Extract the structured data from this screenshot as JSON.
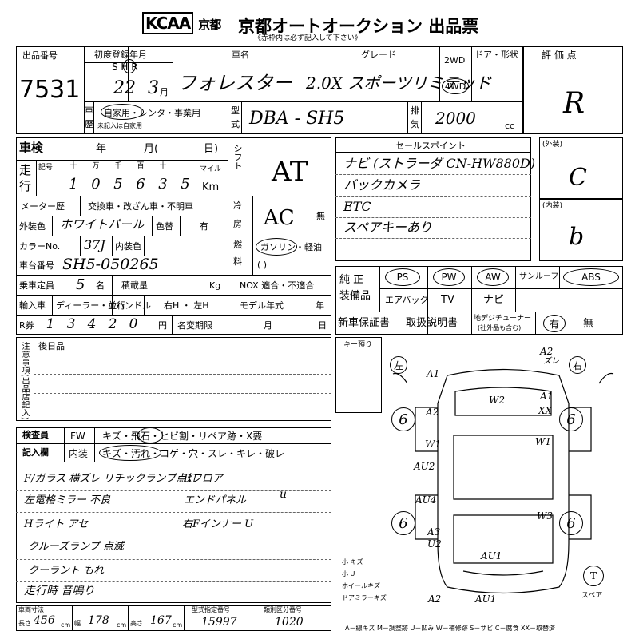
{
  "header": {
    "logo": "KCAA",
    "logo_sub": "京都",
    "title": "京都オートオークション 出品票",
    "note": "《赤枠内は必ず記入して下さい》"
  },
  "lot": {
    "label": "出品番号",
    "value": "7531"
  },
  "registration": {
    "label": "初度登録年月",
    "era": "S H R",
    "year": "22",
    "month": "3",
    "month_unit": "月"
  },
  "car_name": {
    "label": "車名",
    "value": "フォレスター"
  },
  "grade": {
    "label": "グレード",
    "value": "2.0X スポーツリミテッド"
  },
  "drive": {
    "label_2wd": "2WD",
    "label_4wd": "4WD"
  },
  "door_shape": {
    "label": "ドア・形状"
  },
  "score": {
    "label": "評 価 点",
    "value": "R"
  },
  "usage": {
    "label1": "車",
    "label2": "歴",
    "options": "自家用・レンタ・事業用",
    "note": "未記入は自家用"
  },
  "model": {
    "label1": "型",
    "label2": "式",
    "value": "DBA - SH5"
  },
  "displacement": {
    "label1": "排",
    "label2": "気",
    "value": "2000",
    "unit": "cc"
  },
  "inspection": {
    "label": "車検",
    "year": "年",
    "month": "月(",
    "day": "日)"
  },
  "mileage": {
    "label1": "走",
    "label2": "行",
    "mark": "記号",
    "units": [
      "十",
      "万",
      "千",
      "百",
      "十",
      "一"
    ],
    "digits": [
      "1",
      "0",
      "5",
      "6",
      "3",
      "5"
    ],
    "unit_label": "マイル",
    "unit_value": "Km"
  },
  "shift": {
    "label": "シフト",
    "value": "AT"
  },
  "meter": {
    "label": "メーター歴",
    "options": "交換車・改ざん車・不明車"
  },
  "ac": {
    "label1": "冷",
    "label2": "房",
    "value": "AC",
    "none": "無"
  },
  "exterior_color": {
    "label": "外装色",
    "value": "ホワイトパール",
    "swatch_label": "色替",
    "swatch_value": "有"
  },
  "color_no": {
    "label": "カラーNo.",
    "value": "37J",
    "interior_label": "内装色"
  },
  "fuel": {
    "label1": "燃",
    "label2": "料",
    "options": "ガソリン・軽油",
    "paren": "(                 )"
  },
  "chassis": {
    "label": "車台番号",
    "value": "SH5-050265"
  },
  "capacity": {
    "label": "乗車定員",
    "value": "5",
    "unit": "名",
    "load_label": "積載量",
    "load_unit": "Kg"
  },
  "nox": {
    "label": "NOX 適合・不適合"
  },
  "import": {
    "label": "輸入車",
    "dealer": "ディーラー・並行",
    "handle": "ハンドル",
    "lr": "右H ・ 左H"
  },
  "model_year": {
    "label": "モデル年式",
    "unit": "年"
  },
  "recycle": {
    "label": "R券",
    "digits": [
      "1",
      "3",
      "4",
      "2",
      "0"
    ],
    "unit": "円",
    "period_label": "名変期限",
    "month": "月",
    "day": "日"
  },
  "sales_points": {
    "label": "セールスポイント",
    "items": [
      "ナビ (ストラーダ CN-HW880D)",
      "バックカメラ",
      "ETC",
      "スペアキーあり"
    ]
  },
  "exterior_grade": {
    "label": "(外装)",
    "value": "C"
  },
  "interior_grade": {
    "label": "(内装)",
    "value": "b"
  },
  "equipment": {
    "label1": "純 正",
    "label2": "装備品",
    "row1": [
      "PS",
      "PW",
      "AW",
      "サンルーフ",
      "ABS"
    ],
    "row2": [
      "エアバック",
      "TV",
      "ナビ"
    ]
  },
  "documents": {
    "warranty": "新車保証書",
    "manual": "取扱説明書",
    "tuner": "地デジチューナー",
    "tuner_note": "(社外品も含む)",
    "yes": "有",
    "no": "無"
  },
  "notes": {
    "label": "注意事項(出品店記入)",
    "rear_label": "後日品"
  },
  "key": {
    "label": "キー預り"
  },
  "inspector": {
    "label1": "検査員",
    "label2": "記入欄",
    "fw": "FW",
    "fw_items": "キズ・飛石・ヒビ割・リペア跡・X要",
    "interior": "内装",
    "interior_items": "キズ・汚れ・コゲ・穴・スレ・キレ・破レ"
  },
  "remarks": [
    "F/ガラス 横ズレ リチックランプ点灯",
    "左電格ミラー 不良",
    "Hライト アセ",
    "クルーズランプ 点滅",
    "クーラント もれ",
    "走行時 音鳴り"
  ],
  "remarks_right": [
    "Rフロア",
    "エンドパネル",
    "右Fインナー U"
  ],
  "remarks_u": "u",
  "diagram": {
    "labels": [
      "A1",
      "A2",
      "ズレ",
      "A1",
      "XX",
      "A2",
      "W2",
      "W1",
      "W1",
      "AU2",
      "AU4",
      "W3",
      "A3",
      "U2",
      "AU1",
      "A2",
      "AU1"
    ],
    "tires": [
      "6",
      "6",
      "6",
      "6"
    ],
    "left": "左",
    "right": "右",
    "spare": "T",
    "spare_label": "スペア"
  },
  "legend_small": [
    "小 キズ",
    "小 U",
    "ホイールキズ",
    "ドアミラーキズ"
  ],
  "dimensions": {
    "label": "車両寸法",
    "length_label": "長さ",
    "length": "456",
    "width_label": "幅",
    "width": "178",
    "height_label": "高さ",
    "height": "167",
    "unit": "cm",
    "type_label": "型式指定番号",
    "type_no": "15997",
    "class_label": "類別区分番号",
    "class_no": "1020"
  },
  "legend": "A－線キズ  M－調整跡  U－凹み  W－補修跡  S－サビ  C－腐食  XX－取替済"
}
